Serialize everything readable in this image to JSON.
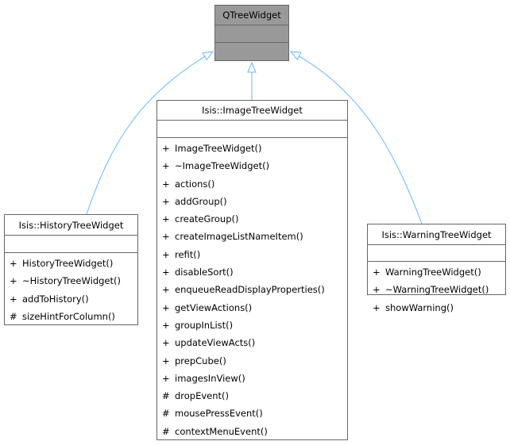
{
  "diagram": {
    "edge_color": "#63b8ff",
    "base_fill": "#999999",
    "classes": {
      "qtreewidget": {
        "name": "QTreeWidget",
        "operations": []
      },
      "imagetreewidget": {
        "name": "Isis::ImageTreeWidget",
        "operations": [
          {
            "visibility": "+",
            "name": "ImageTreeWidget()"
          },
          {
            "visibility": "+",
            "name": "~ImageTreeWidget()"
          },
          {
            "visibility": "+",
            "name": "actions()"
          },
          {
            "visibility": "+",
            "name": "addGroup()"
          },
          {
            "visibility": "+",
            "name": "createGroup()"
          },
          {
            "visibility": "+",
            "name": "createImageListNameItem()"
          },
          {
            "visibility": "+",
            "name": "refit()"
          },
          {
            "visibility": "+",
            "name": "disableSort()"
          },
          {
            "visibility": "+",
            "name": "enqueueReadDisplayProperties()"
          },
          {
            "visibility": "+",
            "name": "getViewActions()"
          },
          {
            "visibility": "+",
            "name": "groupInList()"
          },
          {
            "visibility": "+",
            "name": "updateViewActs()"
          },
          {
            "visibility": "+",
            "name": "prepCube()"
          },
          {
            "visibility": "+",
            "name": "imagesInView()"
          },
          {
            "visibility": "#",
            "name": "dropEvent()"
          },
          {
            "visibility": "#",
            "name": "mousePressEvent()"
          },
          {
            "visibility": "#",
            "name": "contextMenuEvent()"
          }
        ]
      },
      "historytreewidget": {
        "name": "Isis::HistoryTreeWidget",
        "operations": [
          {
            "visibility": "+",
            "name": "HistoryTreeWidget()"
          },
          {
            "visibility": "+",
            "name": "~HistoryTreeWidget()"
          },
          {
            "visibility": "+",
            "name": "addToHistory()"
          },
          {
            "visibility": "#",
            "name": "sizeHintForColumn()"
          }
        ]
      },
      "warningtreewidget": {
        "name": "Isis::WarningTreeWidget",
        "operations": [
          {
            "visibility": "+",
            "name": "WarningTreeWidget()"
          },
          {
            "visibility": "+",
            "name": "~WarningTreeWidget()"
          },
          {
            "visibility": "+",
            "name": "showWarning()"
          }
        ]
      }
    },
    "inheritance": [
      {
        "from": "historytreewidget",
        "to": "qtreewidget"
      },
      {
        "from": "imagetreewidget",
        "to": "qtreewidget"
      },
      {
        "from": "warningtreewidget",
        "to": "qtreewidget"
      }
    ]
  }
}
